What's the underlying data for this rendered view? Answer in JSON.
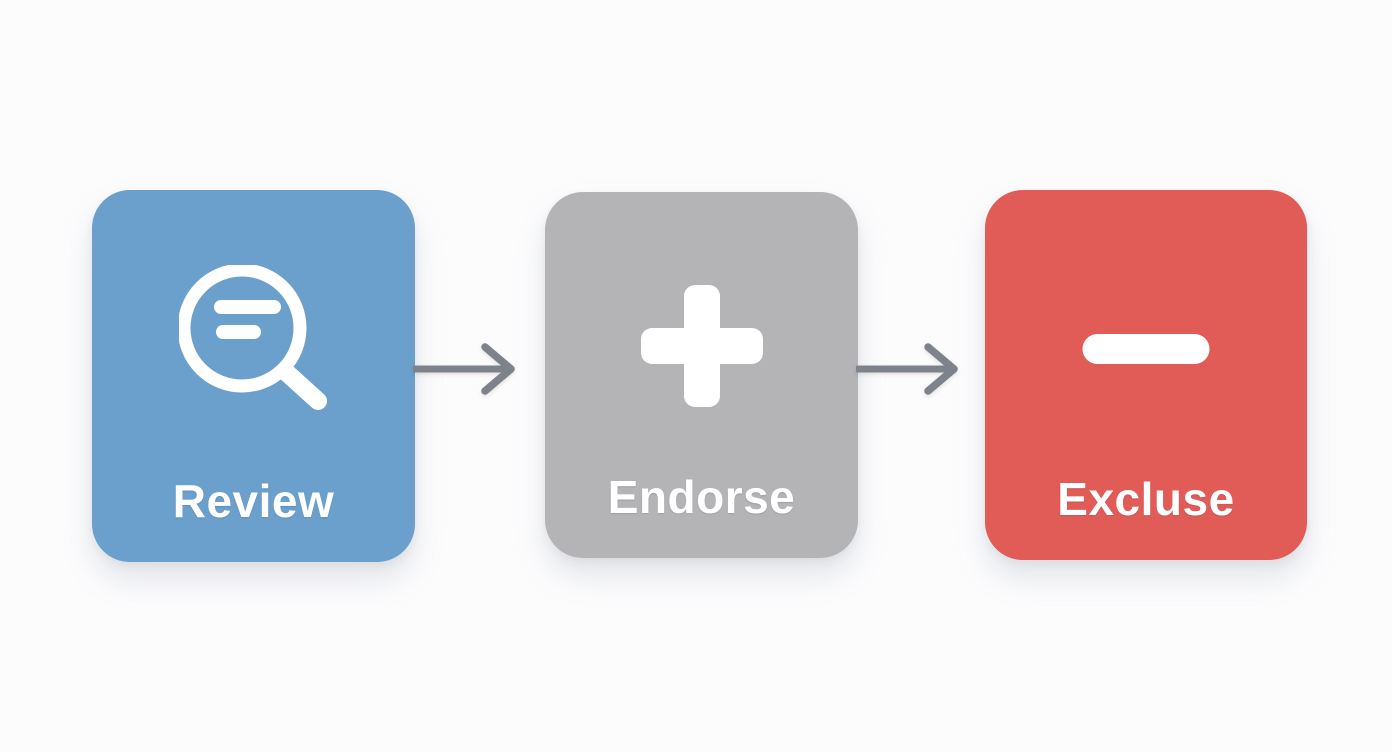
{
  "app": {
    "background_color": "#FCFCFD"
  },
  "diagram": {
    "type": "flow",
    "direction": "left-to-right",
    "steps": [
      {
        "label": "Review",
        "icon": "search-icon",
        "color": "#6B9FCC",
        "text_color": "#FFFFFF"
      },
      {
        "label": "Endorse",
        "icon": "plus-icon",
        "color": "#B4B3B5",
        "text_color": "#FFFFFF"
      },
      {
        "label": "Excluse",
        "icon": "minus-icon",
        "color": "#E15B57",
        "text_color": "#FFFFFF"
      }
    ],
    "connectors": [
      {
        "from": "Review",
        "to": "Endorse",
        "shape": "arrow-right",
        "color": "#7E828A"
      },
      {
        "from": "Endorse",
        "to": "Excluse",
        "shape": "arrow-right",
        "color": "#7E828A"
      }
    ]
  }
}
